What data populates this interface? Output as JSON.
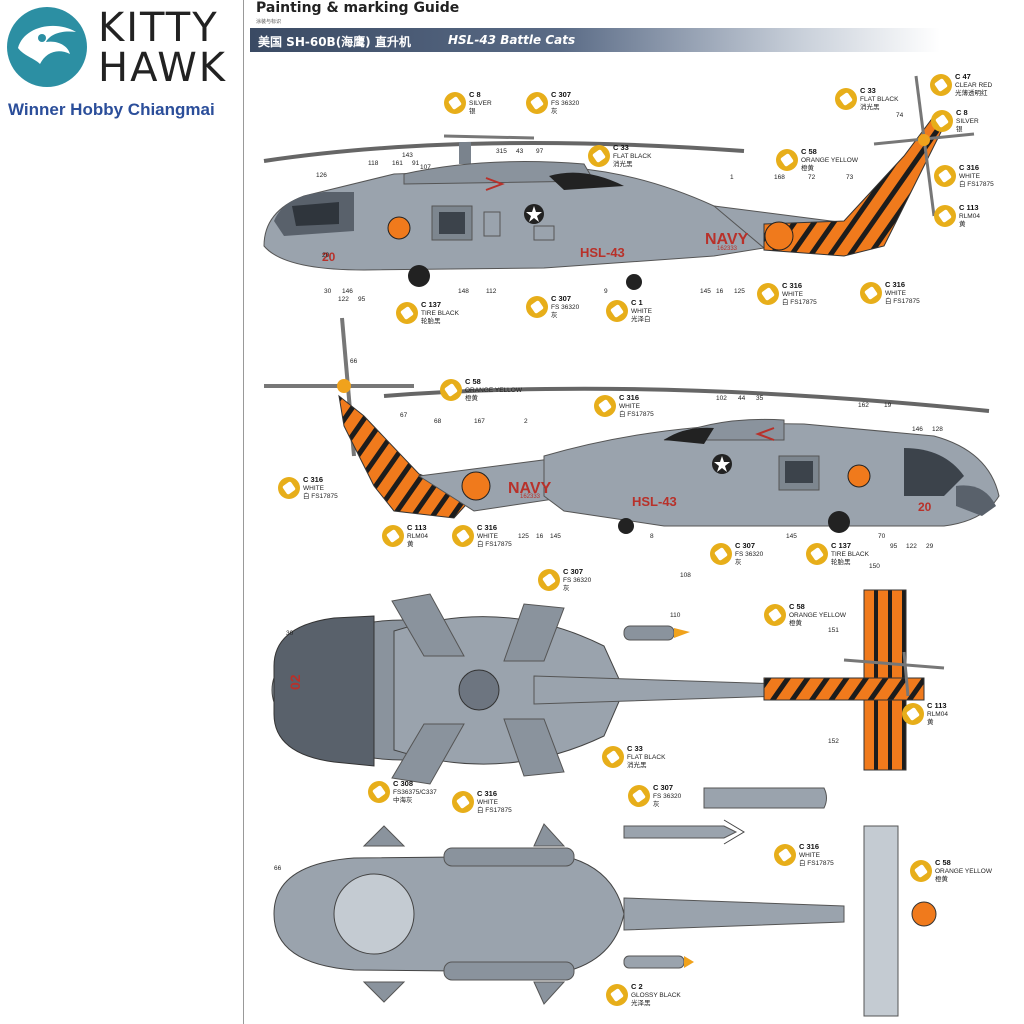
{
  "brand": {
    "name_line1": "KITTY",
    "name_line2": "HAWK",
    "dealer": "Winner Hobby Chiangmai"
  },
  "header": {
    "title": "Painting & marking Guide",
    "subtitle": "涂装与标识",
    "banner_model": "美国 SH-60B(海鹰) 直升机",
    "banner_unit": "HSL-43 Battle Cats"
  },
  "markings": {
    "navy": "NAVY",
    "squadron": "HSL-43",
    "modex": "20",
    "serial": "162333"
  },
  "callouts": [
    {
      "id": "c1",
      "code": "C 8",
      "lines": [
        "SILVER",
        "银"
      ]
    },
    {
      "id": "c2",
      "code": "C 307",
      "lines": [
        "FS 36320",
        "灰"
      ]
    },
    {
      "id": "c3",
      "code": "C 33",
      "lines": [
        "FLAT BLACK",
        "消光黑"
      ]
    },
    {
      "id": "c4",
      "code": "C 33",
      "lines": [
        "FLAT BLACK",
        "消光黑"
      ]
    },
    {
      "id": "c5",
      "code": "C 47",
      "lines": [
        "CLEAR RED",
        "光薄透明红"
      ]
    },
    {
      "id": "c6",
      "code": "C 8",
      "lines": [
        "SILVER",
        "银"
      ]
    },
    {
      "id": "c7",
      "code": "C 58",
      "lines": [
        "ORANGE YELLOW",
        "橙黄"
      ]
    },
    {
      "id": "c8",
      "code": "C 316",
      "lines": [
        "WHITE",
        "白 FS17875"
      ]
    },
    {
      "id": "c9",
      "code": "C 113",
      "lines": [
        "RLM04",
        "黄"
      ]
    },
    {
      "id": "c10",
      "code": "C 137",
      "lines": [
        "TIRE BLACK",
        "轮胎黑"
      ]
    },
    {
      "id": "c11",
      "code": "C 307",
      "lines": [
        "FS 36320",
        "灰"
      ]
    },
    {
      "id": "c12",
      "code": "C 1",
      "lines": [
        "WHITE",
        "光泽白"
      ]
    },
    {
      "id": "c13",
      "code": "C 316",
      "lines": [
        "WHITE",
        "白 FS17875"
      ]
    },
    {
      "id": "c14",
      "code": "C 316",
      "lines": [
        "WHITE",
        "白 FS17875"
      ]
    },
    {
      "id": "c15",
      "code": "C 58",
      "lines": [
        "ORANGE YELLOW",
        "橙黄"
      ]
    },
    {
      "id": "c16",
      "code": "C 316",
      "lines": [
        "WHITE",
        "白 FS17875"
      ]
    },
    {
      "id": "c17",
      "code": "C 316",
      "lines": [
        "WHITE",
        "白 FS17875"
      ]
    },
    {
      "id": "c18",
      "code": "C 113",
      "lines": [
        "RLM04",
        "黄"
      ]
    },
    {
      "id": "c19",
      "code": "C 316",
      "lines": [
        "WHITE",
        "白 FS17875"
      ]
    },
    {
      "id": "c20",
      "code": "C 307",
      "lines": [
        "FS 36320",
        "灰"
      ]
    },
    {
      "id": "c21",
      "code": "C 137",
      "lines": [
        "TIRE BLACK",
        "轮胎黑"
      ]
    },
    {
      "id": "c22",
      "code": "C 307",
      "lines": [
        "FS 36320",
        "灰"
      ]
    },
    {
      "id": "c23",
      "code": "C 58",
      "lines": [
        "ORANGE YELLOW",
        "橙黄"
      ]
    },
    {
      "id": "c24",
      "code": "C 113",
      "lines": [
        "RLM04",
        "黄"
      ]
    },
    {
      "id": "c25",
      "code": "C 33",
      "lines": [
        "FLAT BLACK",
        "消光黑"
      ]
    },
    {
      "id": "c26",
      "code": "C 308",
      "lines": [
        "FS36375/C337",
        "中海灰"
      ]
    },
    {
      "id": "c27",
      "code": "C 316",
      "lines": [
        "WHITE",
        "白 FS17875"
      ]
    },
    {
      "id": "c28",
      "code": "C 307",
      "lines": [
        "FS 36320",
        "灰"
      ]
    },
    {
      "id": "c29",
      "code": "C 316",
      "lines": [
        "WHITE",
        "白 FS17875"
      ]
    },
    {
      "id": "c30",
      "code": "C 58",
      "lines": [
        "ORANGE YELLOW",
        "橙黄"
      ]
    },
    {
      "id": "c31",
      "code": "C 2",
      "lines": [
        "GLOSSY BLACK",
        "光泽黑"
      ]
    }
  ],
  "decal_numbers": {
    "side1": [
      "126",
      "118",
      "161",
      "143",
      "91",
      "107",
      "315",
      "43",
      "97",
      "1",
      "168",
      "72",
      "73",
      "74",
      "20",
      "30",
      "146",
      "122",
      "95",
      "148",
      "112",
      "9",
      "145",
      "16",
      "125"
    ],
    "side2": [
      "66",
      "67",
      "68",
      "167",
      "2",
      "102",
      "44",
      "35",
      "162",
      "19",
      "146",
      "128",
      "125",
      "16",
      "145",
      "8",
      "145",
      "70",
      "95",
      "122",
      "29"
    ],
    "top": [
      "30",
      "110",
      "108",
      "150",
      "151",
      "152"
    ],
    "bottom": [
      "66"
    ]
  },
  "colors": {
    "fuselage": "#9aa3ad",
    "fuselage_dark": "#6d7580",
    "tiger_orange": "#f07a1c",
    "tiger_black": "#1c1c1c",
    "marking_red": "#b8312a",
    "callout_gold": "#e7ae1a",
    "banner": "#3a4a63",
    "dealer_blue": "#2b4e9a"
  }
}
